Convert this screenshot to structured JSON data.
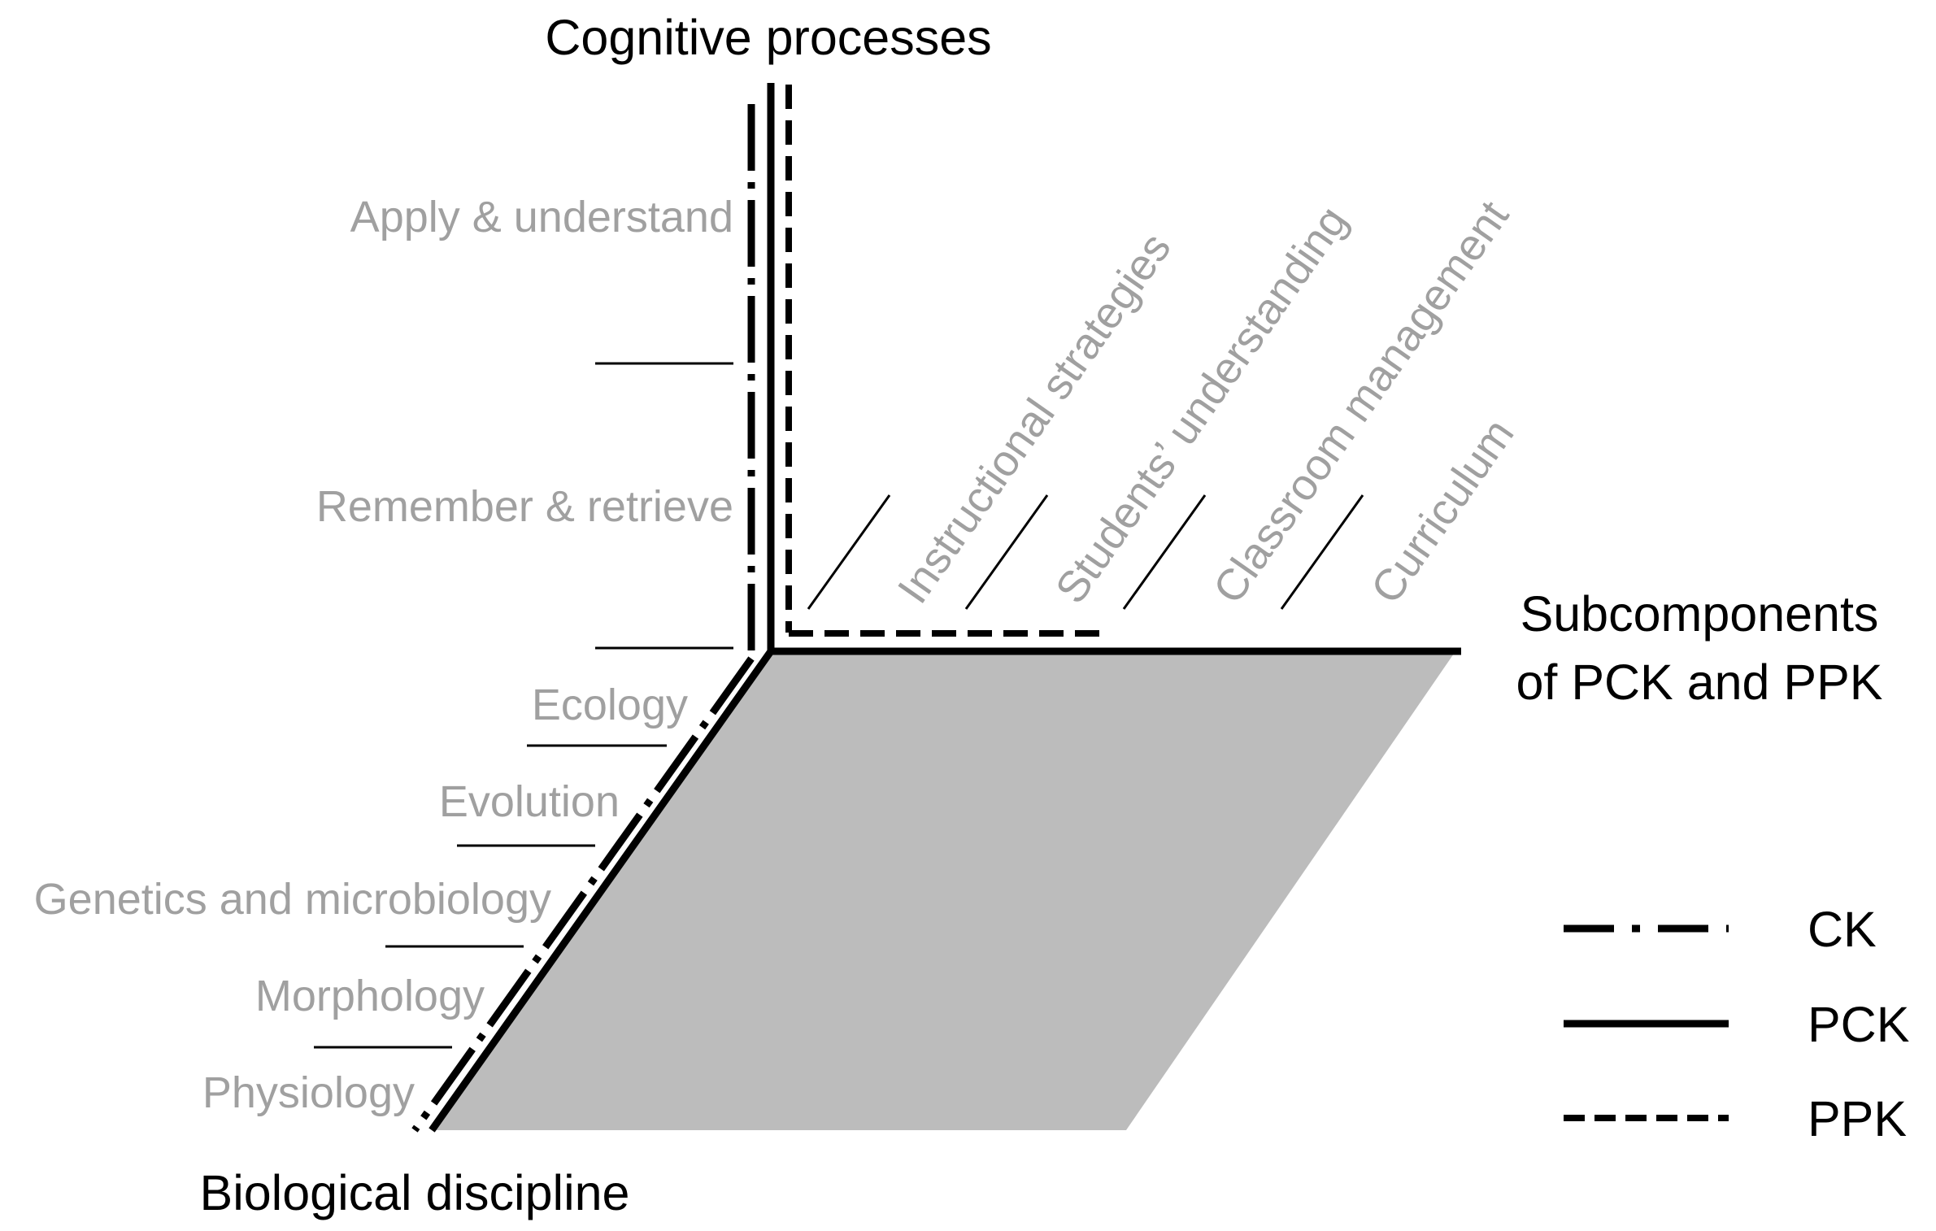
{
  "axes": {
    "vertical_title": "Cognitive processes",
    "right_title_line1": "Subcomponents",
    "right_title_line2": "of PCK and PPK",
    "diagonal_title": "Biological discipline"
  },
  "cognitive_processes": [
    "Apply & understand",
    "Remember & retrieve"
  ],
  "subcomponents": [
    "Instructional strategies",
    "Students’ understanding",
    "Classroom management",
    "Curriculum"
  ],
  "disciplines": [
    "Ecology",
    "Evolution",
    "Genetics and microbiology",
    "Morphology",
    "Physiology"
  ],
  "legend": [
    {
      "label": "CK",
      "style": "dash-dot"
    },
    {
      "label": "PCK",
      "style": "solid"
    },
    {
      "label": "PPK",
      "style": "dashed"
    }
  ],
  "colors": {
    "plane_fill": "#bcbcbc",
    "category_text": "#a0a0a0",
    "lines": "#000000"
  }
}
